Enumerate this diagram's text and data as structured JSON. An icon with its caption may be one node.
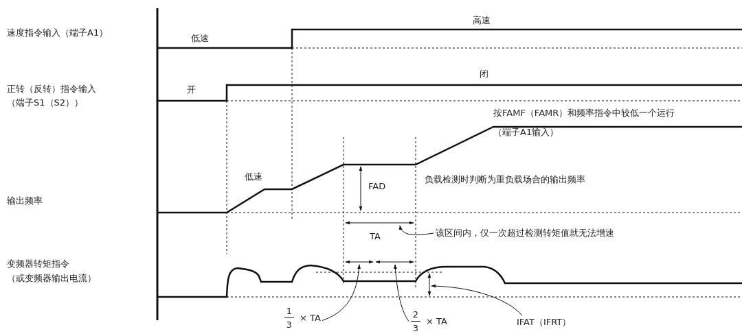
{
  "diagram": {
    "nodes": [
      {
        "text": [
          "该区间内，仅一次超过检测转矩值就无法增速"
        ]
      },
      {
        "text": [
          "1",
          "3",
          "× TA"
        ]
      },
      {
        "text": [
          "2",
          "3",
          "× TA"
        ]
      },
      {
        "text": [
          "IFAT（IFRT）"
        ]
      },
      {
        "text": [],
        "shape": "bar"
      },
      {
        "text": [],
        "shape": "bar"
      },
      {
        "text": [],
        "shape": "bar"
      },
      {
        "text": [],
        "shape": "bar"
      }
    ],
    "edges": [
      {
        "from": 0,
        "to": 4,
        "arrow": "to"
      },
      {
        "from": 1,
        "to": 5,
        "arrow": "to"
      },
      {
        "from": 2,
        "to": 6,
        "arrow": "to"
      },
      {
        "from": 3,
        "to": 7,
        "arrow": "to"
      }
    ],
    "labels": [
      "速度指令输入（端子A1）",
      "正转（反转）指令输入",
      "（端子S1（S2））",
      "输出频率",
      "变频器转矩指令",
      "（或变频器输出电流）",
      "低速",
      "高速",
      "开",
      "闭",
      "按FAMF（FAMR）和频率指令中较低一个运行",
      "（端子A1输入）",
      "低速",
      "FAD",
      "负载检测时判断为重负载场合的输出频率",
      "TA"
    ]
  }
}
